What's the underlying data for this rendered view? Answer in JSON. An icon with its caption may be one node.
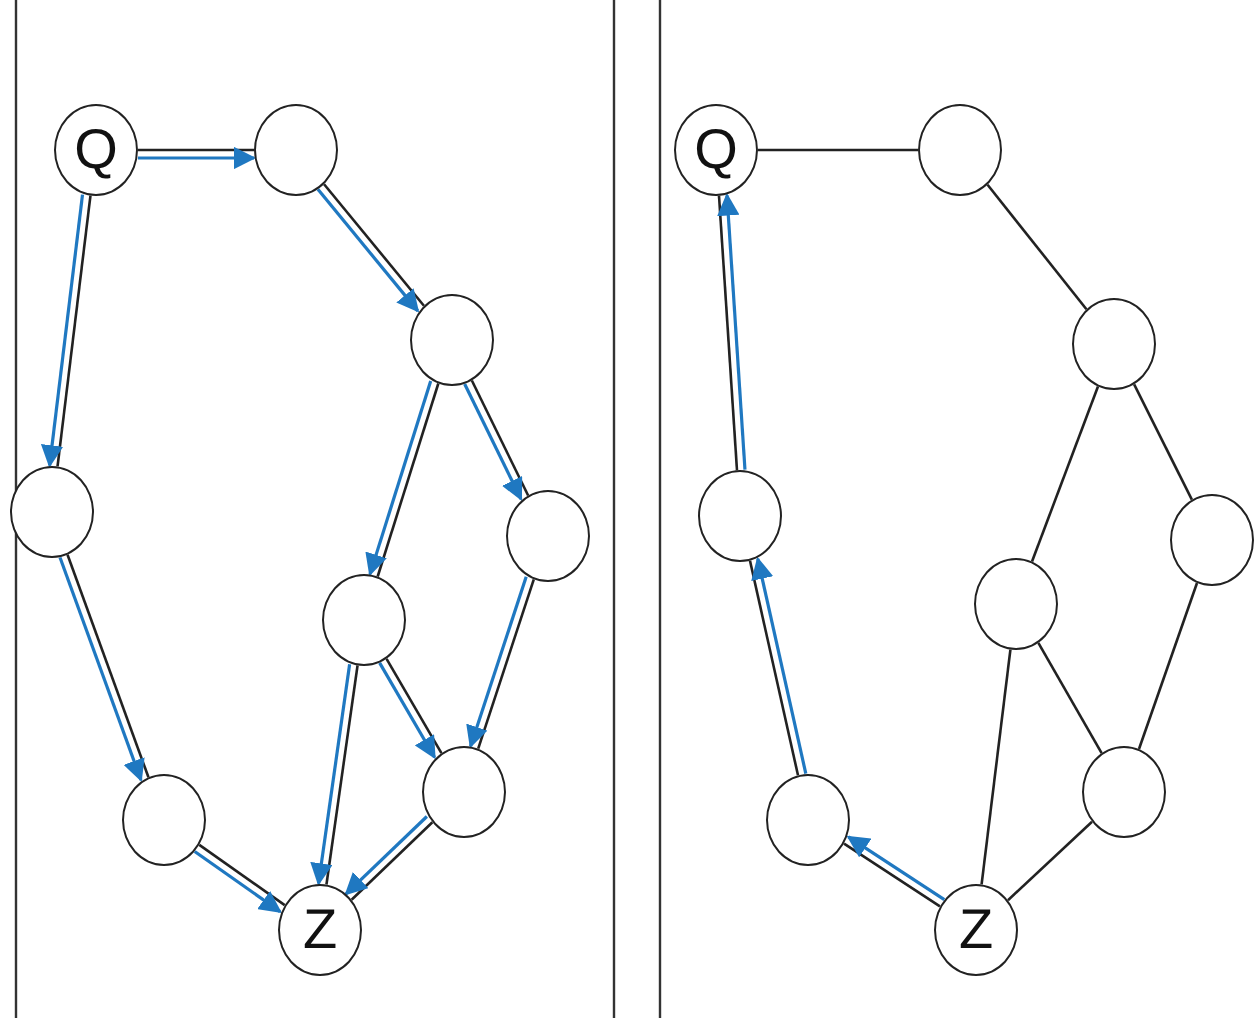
{
  "diagram": {
    "nodes": [
      {
        "text": [
          "Q"
        ]
      },
      {
        "text": [],
        "shape": "circle"
      },
      {
        "text": [],
        "shape": "circle"
      },
      {
        "text": [],
        "shape": "circle"
      },
      {
        "text": [],
        "shape": "circle"
      },
      {
        "text": [],
        "shape": "circle"
      },
      {
        "text": [],
        "shape": "circle"
      },
      {
        "text": [],
        "shape": "circle"
      },
      {
        "text": [
          "Z"
        ]
      },
      {
        "text": [
          "Q"
        ]
      },
      {
        "text": [],
        "shape": "circle"
      },
      {
        "text": [],
        "shape": "circle"
      },
      {
        "text": [],
        "shape": "circle"
      },
      {
        "text": [],
        "shape": "circle"
      },
      {
        "text": [],
        "shape": "circle"
      },
      {
        "text": [],
        "shape": "circle"
      },
      {
        "text": [],
        "shape": "circle"
      },
      {
        "text": [
          "Z"
        ]
      }
    ],
    "edges": [
      {
        "from": 0,
        "to": 1,
        "arrow": "none"
      },
      {
        "from": 1,
        "to": 2,
        "arrow": "none"
      },
      {
        "from": 0,
        "to": 3,
        "arrow": "none"
      },
      {
        "from": 2,
        "to": 5,
        "arrow": "none"
      },
      {
        "from": 2,
        "to": 4,
        "arrow": "none"
      },
      {
        "from": 3,
        "to": 7,
        "arrow": "none"
      },
      {
        "from": 5,
        "to": 8,
        "arrow": "none"
      },
      {
        "from": 5,
        "to": 6,
        "arrow": "none"
      },
      {
        "from": 4,
        "to": 6,
        "arrow": "none"
      },
      {
        "from": 7,
        "to": 8,
        "arrow": "none"
      },
      {
        "from": 6,
        "to": 8,
        "arrow": "none"
      },
      {
        "from": 0,
        "to": 1,
        "arrow": "to",
        "color": "#1f78c1"
      },
      {
        "from": 1,
        "to": 2,
        "arrow": "to",
        "color": "#1f78c1"
      },
      {
        "from": 0,
        "to": 3,
        "arrow": "to",
        "color": "#1f78c1"
      },
      {
        "from": 2,
        "to": 5,
        "arrow": "to",
        "color": "#1f78c1"
      },
      {
        "from": 2,
        "to": 4,
        "arrow": "to",
        "color": "#1f78c1"
      },
      {
        "from": 3,
        "to": 7,
        "arrow": "to",
        "color": "#1f78c1"
      },
      {
        "from": 5,
        "to": 8,
        "arrow": "to",
        "color": "#1f78c1"
      },
      {
        "from": 5,
        "to": 6,
        "arrow": "to",
        "color": "#1f78c1"
      },
      {
        "from": 4,
        "to": 6,
        "arrow": "to",
        "color": "#1f78c1"
      },
      {
        "from": 7,
        "to": 8,
        "arrow": "to",
        "color": "#1f78c1"
      },
      {
        "from": 6,
        "to": 8,
        "arrow": "to",
        "color": "#1f78c1"
      },
      {
        "from": 9,
        "to": 10,
        "arrow": "none"
      },
      {
        "from": 10,
        "to": 11,
        "arrow": "none"
      },
      {
        "from": 9,
        "to": 12,
        "arrow": "none"
      },
      {
        "from": 11,
        "to": 14,
        "arrow": "none"
      },
      {
        "from": 11,
        "to": 13,
        "arrow": "none"
      },
      {
        "from": 12,
        "to": 16,
        "arrow": "none"
      },
      {
        "from": 14,
        "to": 17,
        "arrow": "none"
      },
      {
        "from": 14,
        "to": 15,
        "arrow": "none"
      },
      {
        "from": 13,
        "to": 15,
        "arrow": "none"
      },
      {
        "from": 16,
        "to": 17,
        "arrow": "none"
      },
      {
        "from": 15,
        "to": 17,
        "arrow": "none"
      },
      {
        "from": 17,
        "to": 16,
        "arrow": "to",
        "color": "#1f78c1"
      },
      {
        "from": 16,
        "to": 12,
        "arrow": "to",
        "color": "#1f78c1"
      },
      {
        "from": 12,
        "to": 9,
        "arrow": "to",
        "color": "#1f78c1"
      }
    ]
  }
}
